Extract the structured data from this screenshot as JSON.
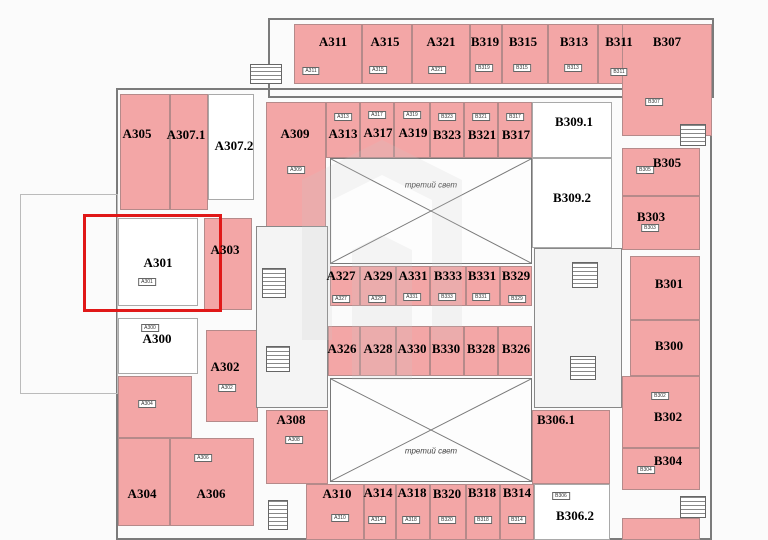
{
  "rooms": {
    "A311": "A311",
    "A315": "A315",
    "A321": "A321",
    "B319": "B319",
    "B315": "B315",
    "B313": "B313",
    "B311": "B311",
    "B307": "B307",
    "A305": "A305",
    "A307_1": "A307.1",
    "A307_2": "A307.2",
    "A309": "A309",
    "A313": "A313",
    "A317": "A317",
    "A319": "A319",
    "B323": "B323",
    "B321": "B321",
    "B317": "B317",
    "B309_1": "B309.1",
    "B305": "B305",
    "B309_2": "B309.2",
    "B303": "B303",
    "A301": "A301",
    "A303": "A303",
    "A327": "A327",
    "A329": "A329",
    "A331": "A331",
    "B333": "B333",
    "B331": "B331",
    "B329": "B329",
    "B301": "B301",
    "A300": "A300",
    "A326": "A326",
    "A328": "A328",
    "A330": "A330",
    "B330": "B330",
    "B328": "B328",
    "B326": "B326",
    "B300": "B300",
    "A302": "A302",
    "A308": "A308",
    "B306_1": "B306.1",
    "B302": "B302",
    "B304": "B304",
    "A304": "A304",
    "A306": "A306",
    "A310": "A310",
    "A314": "A314",
    "A318": "A318",
    "B320": "B320",
    "B318": "B318",
    "B314": "B314",
    "B306_2": "B306.2"
  },
  "void_label": "третий свет",
  "tags": {
    "A311": "A311",
    "A315": "A315",
    "A321": "A321",
    "B319": "B319",
    "B315": "B315",
    "B313": "B313",
    "B311": "B311",
    "B307": "B307",
    "A301": "A301",
    "A300": "A300",
    "A302": "A302",
    "A304": "A304",
    "A306": "A306",
    "B305": "B305",
    "B303": "B303",
    "B302": "B302",
    "B304": "B304",
    "B306": "B306",
    "A308": "A308",
    "A310": "A310",
    "A314": "A314",
    "A318": "A318",
    "B320": "B320",
    "B318": "B318",
    "B314": "B314",
    "A327": "A327",
    "A329": "A329",
    "A331": "A331",
    "B333": "B333",
    "B331": "B331",
    "B329": "B329",
    "A309": "A309",
    "A313": "A313",
    "A317": "A317",
    "A319": "A319",
    "B323": "B323",
    "B321": "B321",
    "B317": "B317"
  },
  "colors": {
    "leased": "#f3a6a6",
    "selected_outline": "#e01818"
  }
}
